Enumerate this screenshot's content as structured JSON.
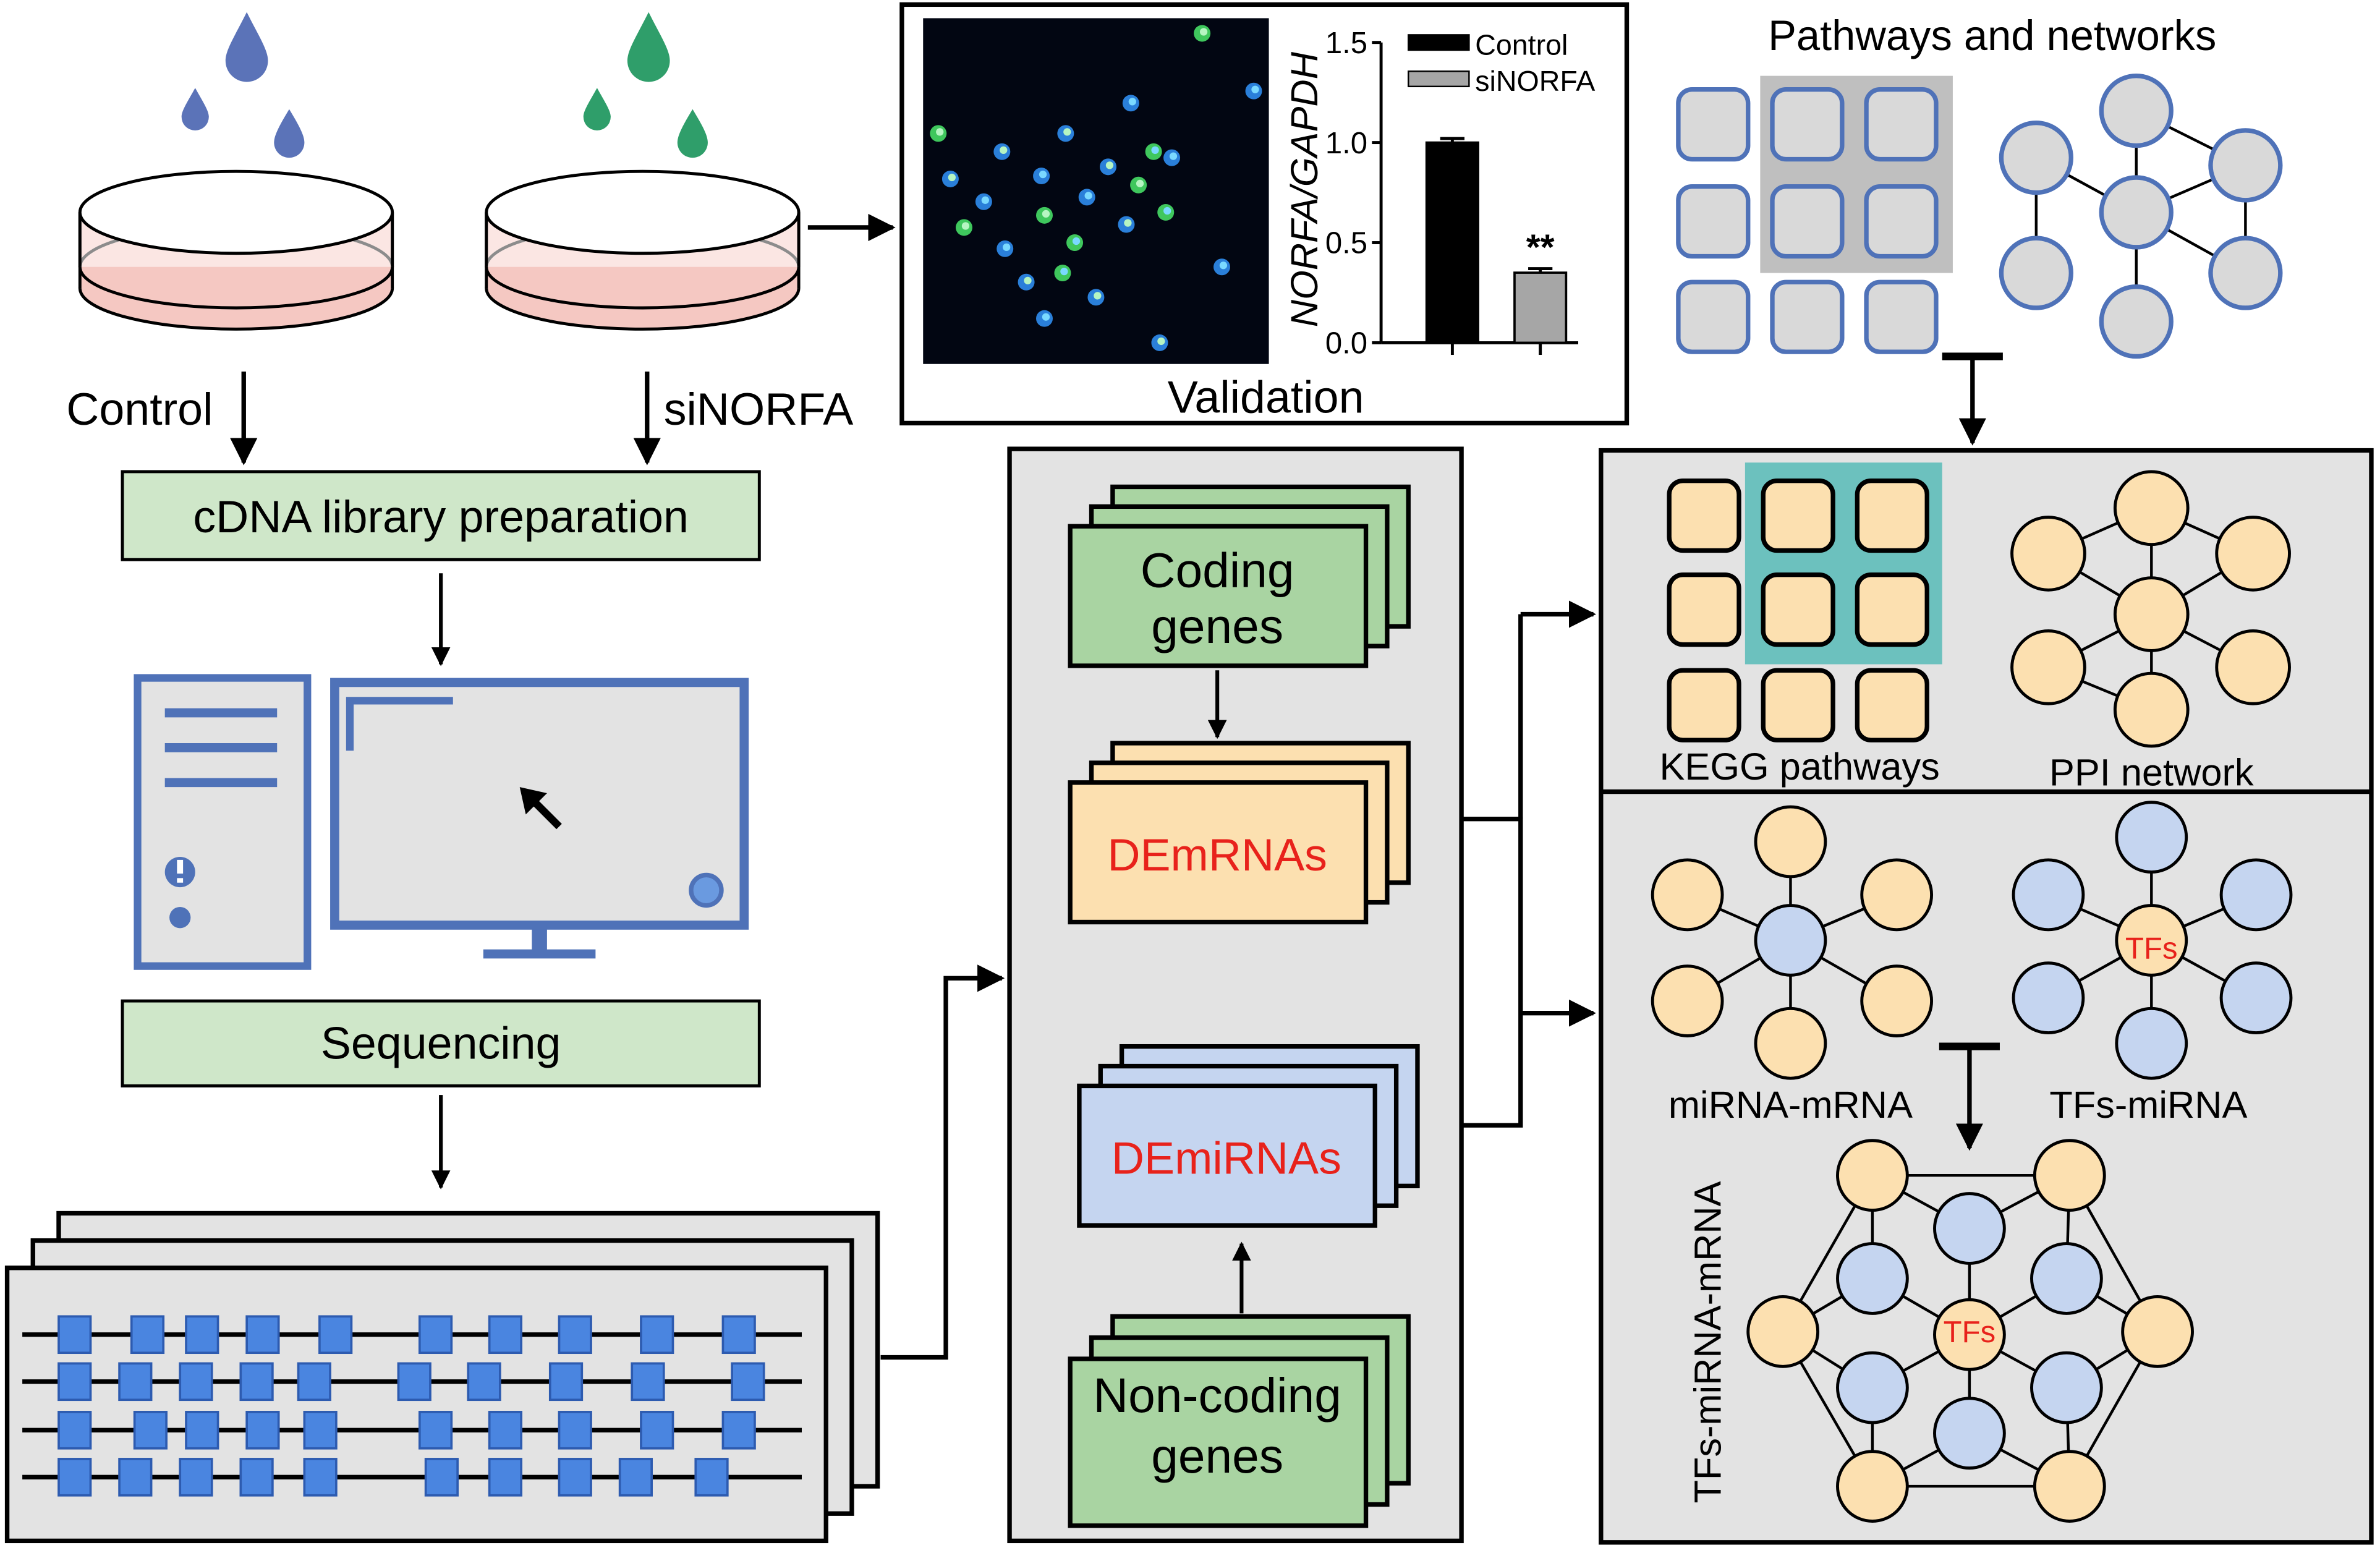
{
  "colors": {
    "blue_outline": "#4f72b8",
    "blue_fill": "#c5d5f0",
    "node_orange": "#fce0b0",
    "green_box": "#a9d4a2",
    "green_label_box": "#cfe7c9",
    "red_text": "#e8221b",
    "panel_gray": "#e3e3e3",
    "dish_fill": "#f5c8c2",
    "teal_highlight": "#6cc1be"
  },
  "labels": {
    "control": "Control",
    "sinorfa": "siNORFA",
    "cdna": "cDNA library preparation",
    "sequencing": "Sequencing",
    "validation": "Validation",
    "pathways_networks": "Pathways and networks",
    "coding_genes_line1": "Coding",
    "coding_genes_line2": "genes",
    "demrnas": "DEmRNAs",
    "demirnas": "DEmiRNAs",
    "noncoding_line1": "Non-coding",
    "noncoding_line2": "genes",
    "kegg": "KEGG pathways",
    "ppi": "PPI network",
    "mirna_mrna": "miRNA-mRNA",
    "tfs_mirna": "TFs-miRNA",
    "tfs_mirna_mrna": "TFs-miRNA-mRNA",
    "tfs": "TFs",
    "tfs_center": "TFs"
  },
  "chart_data": {
    "type": "bar",
    "categories": [
      "Control",
      "siNORFA"
    ],
    "values": [
      1.0,
      0.35
    ],
    "errors": [
      0.02,
      0.02
    ],
    "significance": "**",
    "ylabel": "NORFA/GAPDH",
    "ylim": [
      0,
      1.5
    ],
    "yticks": [
      "0.0",
      "0.5",
      "1.0",
      "1.5"
    ],
    "legend": [
      "Control",
      "siNORFA"
    ],
    "series_colors": [
      "#000000",
      "#a6a6a6"
    ]
  }
}
